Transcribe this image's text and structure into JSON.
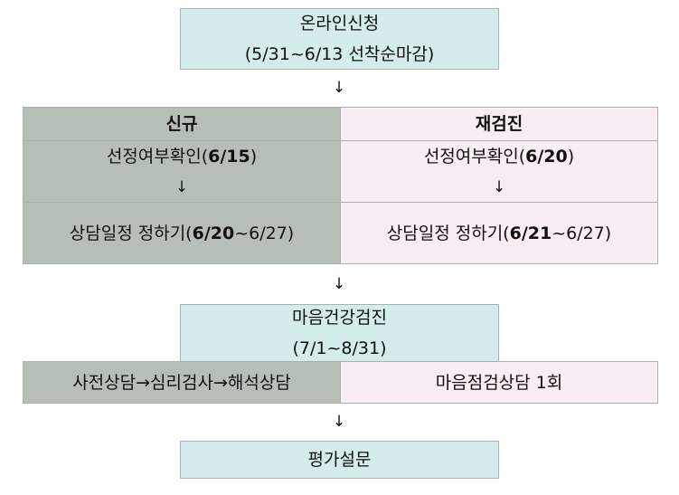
{
  "apply": {
    "title": "온라인신청",
    "period": "(5/31~6/13  선착순마감)"
  },
  "flow_arrow": "↓",
  "new": {
    "header": "신규",
    "confirm_prefix": "선정여부확인(",
    "confirm_date": "6/15",
    "confirm_suffix": ")",
    "schedule_prefix": "상담일정  정하기(",
    "schedule_bold": "6/20",
    "schedule_rest": "~6/27)",
    "process": "사전상담→심리검사→해석상담"
  },
  "recheck": {
    "header": "재검진",
    "confirm_prefix": "선정여부확인(",
    "confirm_date": "6/20",
    "confirm_suffix": ")",
    "schedule_prefix": "상담일정  정하기(",
    "schedule_bold": "6/21",
    "schedule_rest": "~6/27)",
    "process": "마음점검상담  1회"
  },
  "checkup": {
    "title": "마음건강검진",
    "period": "(7/1~8/31)"
  },
  "survey": {
    "title": "평가설문"
  },
  "colors": {
    "teal": "#d4ecec",
    "gray": "#b6bfb6",
    "pink": "#f9edf4",
    "border": "#a9b2ae"
  }
}
